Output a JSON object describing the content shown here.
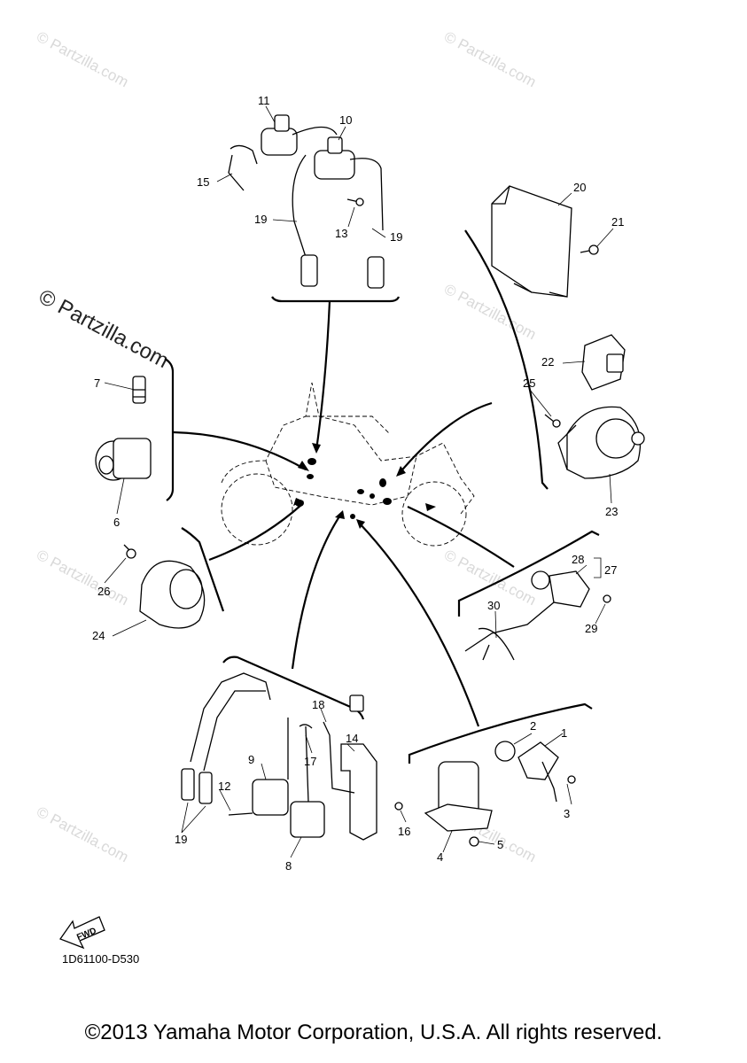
{
  "watermark": {
    "repeat_text": "© Partzilla.com",
    "brand_text": "© Partzilla.com"
  },
  "callouts": [
    {
      "id": "1",
      "label": "1"
    },
    {
      "id": "2",
      "label": "2"
    },
    {
      "id": "3",
      "label": "3"
    },
    {
      "id": "4",
      "label": "4"
    },
    {
      "id": "5",
      "label": "5"
    },
    {
      "id": "6",
      "label": "6"
    },
    {
      "id": "7",
      "label": "7"
    },
    {
      "id": "8",
      "label": "8"
    },
    {
      "id": "9",
      "label": "9"
    },
    {
      "id": "10",
      "label": "10"
    },
    {
      "id": "11",
      "label": "11"
    },
    {
      "id": "12",
      "label": "12"
    },
    {
      "id": "13",
      "label": "13"
    },
    {
      "id": "14",
      "label": "14"
    },
    {
      "id": "15",
      "label": "15"
    },
    {
      "id": "16",
      "label": "16"
    },
    {
      "id": "17",
      "label": "17"
    },
    {
      "id": "18",
      "label": "18"
    },
    {
      "id": "19a",
      "label": "19"
    },
    {
      "id": "19b",
      "label": "19"
    },
    {
      "id": "19c",
      "label": "19"
    },
    {
      "id": "20",
      "label": "20"
    },
    {
      "id": "21",
      "label": "21"
    },
    {
      "id": "22",
      "label": "22"
    },
    {
      "id": "23",
      "label": "23"
    },
    {
      "id": "24",
      "label": "24"
    },
    {
      "id": "25",
      "label": "25"
    },
    {
      "id": "26",
      "label": "26"
    },
    {
      "id": "27",
      "label": "27"
    },
    {
      "id": "28",
      "label": "28"
    },
    {
      "id": "29",
      "label": "29"
    },
    {
      "id": "30",
      "label": "30"
    }
  ],
  "fwd_label": "FWD",
  "diagram_code": "1D61100-D530",
  "copyright": "©2013 Yamaha Motor Corporation, U.S.A. All rights reserved."
}
